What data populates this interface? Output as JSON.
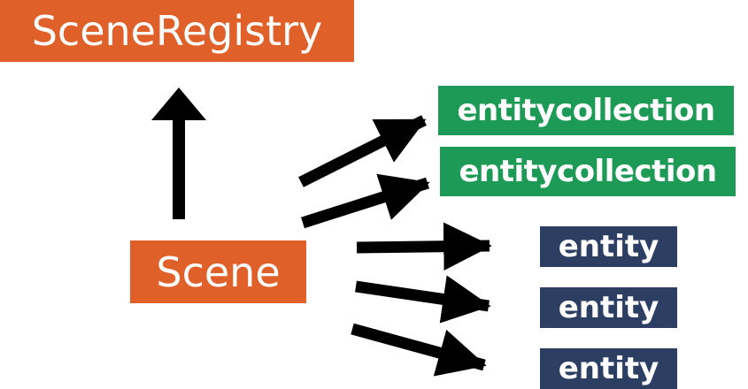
{
  "diagram": {
    "scene_registry": {
      "label": "SceneRegistry",
      "color": "#E0602A"
    },
    "scene": {
      "label": "Scene",
      "color": "#E0602A"
    },
    "entity_collections": [
      {
        "label": "entitycollection",
        "color": "#1E9A57"
      },
      {
        "label": "entitycollection",
        "color": "#1E9A57"
      }
    ],
    "entities": [
      {
        "label": "entity",
        "color": "#2D3E63"
      },
      {
        "label": "entity",
        "color": "#2D3E63"
      },
      {
        "label": "entity",
        "color": "#2D3E63"
      }
    ],
    "arrow_color": "#000000"
  }
}
